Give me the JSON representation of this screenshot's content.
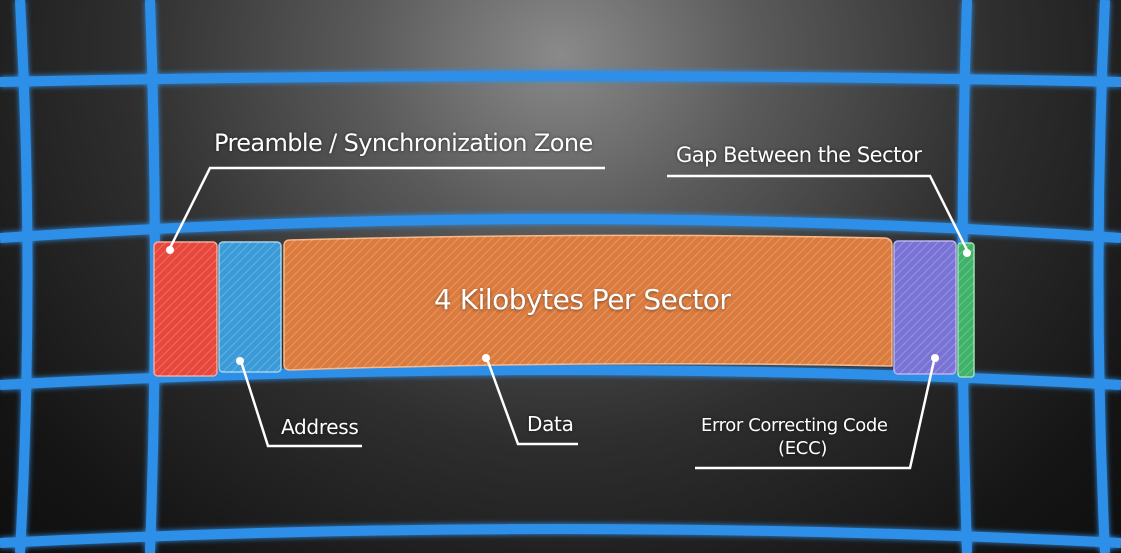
{
  "diagram": {
    "center_label": "4 Kilobytes Per Sector",
    "labels": {
      "preamble": "Preamble / Synchronization Zone",
      "gap": "Gap Between the Sector",
      "address": "Address",
      "data": "Data",
      "ecc_line1": "Error Correcting Code",
      "ecc_line2": "(ECC)"
    },
    "colors": {
      "track_blue": "#2f8fe8",
      "preamble": "#e8473c",
      "address": "#3a9bd8",
      "data": "#dc7b3e",
      "ecc": "#7a73d6",
      "gap": "#3fb36a"
    }
  }
}
